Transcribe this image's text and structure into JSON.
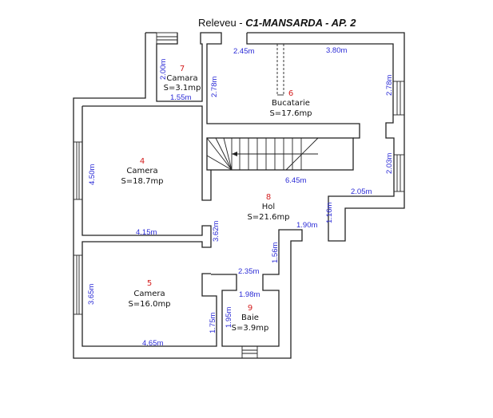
{
  "title": {
    "prefix": "Releveu - ",
    "name": "C1-MANSARDA - AP. 2"
  },
  "rooms": [
    {
      "number": "4",
      "name": "Camera",
      "area": "S=18.7mp"
    },
    {
      "number": "5",
      "name": "Camera",
      "area": "S=16.0mp"
    },
    {
      "number": "6",
      "name": "Bucatarie",
      "area": "S=17.6mp"
    },
    {
      "number": "7",
      "name": "Camara",
      "area": "S=3.1mp"
    },
    {
      "number": "8",
      "name": "Hol",
      "area": "S=21.6mp"
    },
    {
      "number": "9",
      "name": "Baie",
      "area": "S=3.9mp"
    }
  ],
  "dimensions": {
    "camara_h": "2.00m",
    "camara_w": "1.55m",
    "kitchen_left": "2.78m",
    "kitchen_top_left": "2.45m",
    "kitchen_top_right": "3.80m",
    "kitchen_right": "2.78m",
    "hall_right": "2.03m",
    "hall_w": "6.45m",
    "hall_step": "2.05m",
    "hall_step_h": "1.16m",
    "hall_bottom": "1.90m",
    "hall_corridor": "1.56m",
    "hall_left": "3.62m",
    "cam4_h": "4.50m",
    "cam4_w": "4.15m",
    "cam5_h": "3.65m",
    "cam5_w": "4.65m",
    "cam5_right": "1.75m",
    "bath_top_ext": "2.35m",
    "bath_w": "1.98m",
    "bath_h": "1.95m"
  }
}
